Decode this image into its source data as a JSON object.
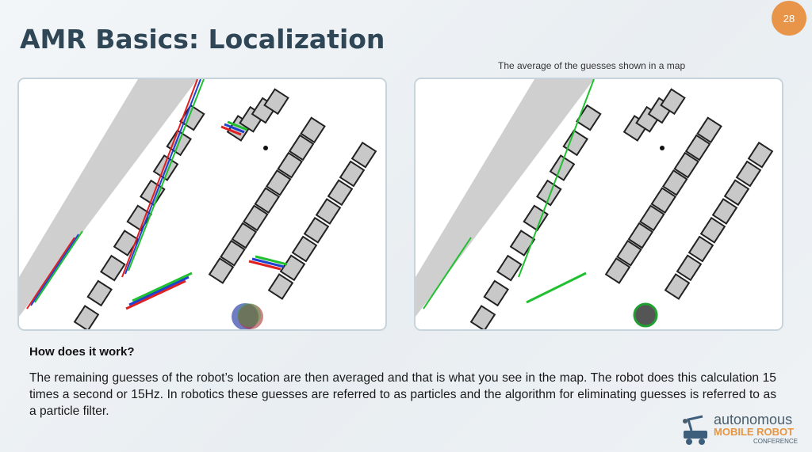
{
  "slide": {
    "title": "AMR Basics: Localization",
    "page_number": "28",
    "accent_color": "#e8954a"
  },
  "right_map": {
    "caption": "The average of the guesses shown in a map"
  },
  "section": {
    "heading": "How does it work?",
    "body": "The remaining guesses of the robot’s location are then averaged and that is what you see in the map. The robot does this calculation 15 times a second or 15Hz. In robotics these guesses are referred to as particles and the algorithm for eliminating guesses is referred to as a particle filter."
  },
  "logo": {
    "line1": "autonomous",
    "line2": "MOBILE ROBOT",
    "line3": "CONFERENCE"
  }
}
